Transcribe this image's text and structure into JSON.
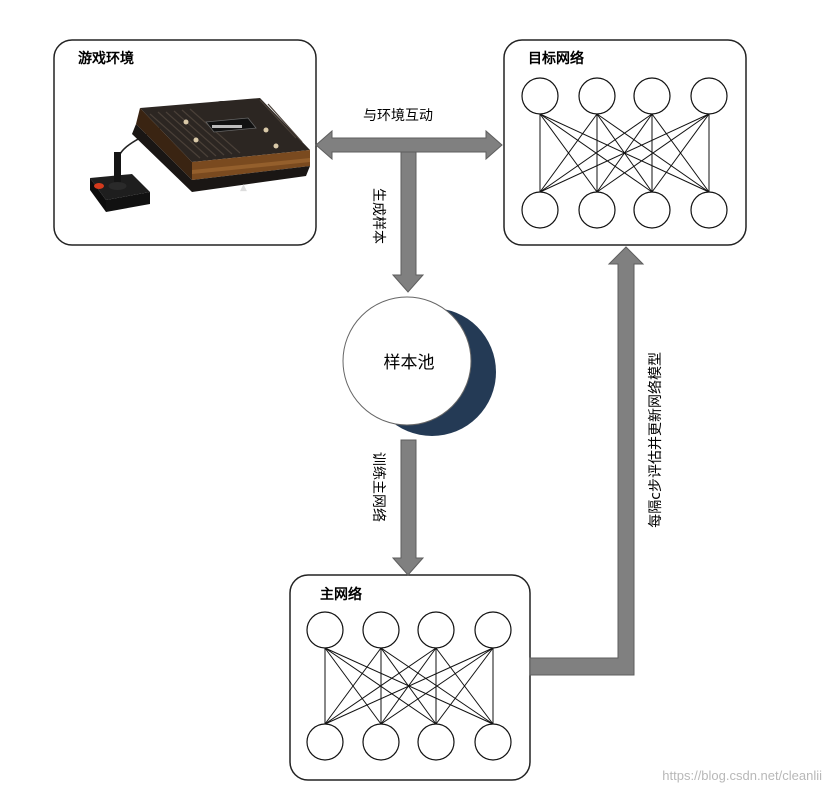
{
  "nodes": {
    "game_env": {
      "title": "游戏环境"
    },
    "target_net": {
      "title": "目标网络"
    },
    "main_net": {
      "title": "主网络"
    },
    "sample_pool": {
      "title": "样本池"
    }
  },
  "edges": {
    "interact": {
      "label": "与环境互动"
    },
    "generate_samples": {
      "label": "生成样本"
    },
    "train_main": {
      "label": "训练主网络"
    },
    "periodic_update": {
      "label": "每隔c步评估并更新网络模型"
    }
  },
  "watermark": {
    "text": "https://blog.csdn.net/cleanlii"
  },
  "colors": {
    "arrow_fill": "#808080",
    "arrow_stroke": "#5e5e5e",
    "pool_shadow": "#243a55",
    "box_border": "#222222"
  },
  "icons": {
    "console": "atari-console-icon"
  }
}
